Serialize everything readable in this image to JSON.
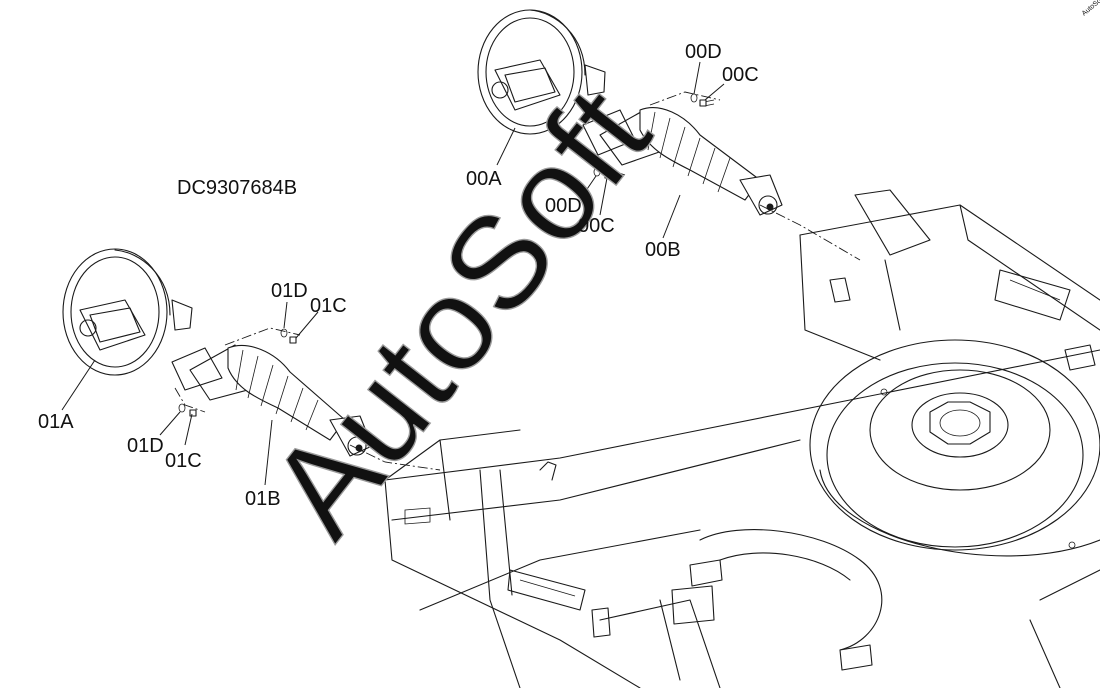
{
  "diagram": {
    "document_id": "DC9307684B",
    "watermark": "AutoSoft",
    "corner_logo": "AutoSoft",
    "callouts": {
      "set_00": {
        "idler": "00A",
        "cylinder": "00B",
        "bolt_top": "00C",
        "washer_top": "00D",
        "bolt_bottom": "00C",
        "washer_bottom": "00D"
      },
      "set_01": {
        "idler": "01A",
        "cylinder": "01B",
        "bolt_top": "01C",
        "washer_top": "01D",
        "bolt_bottom": "01C",
        "washer_bottom": "01D"
      }
    }
  }
}
